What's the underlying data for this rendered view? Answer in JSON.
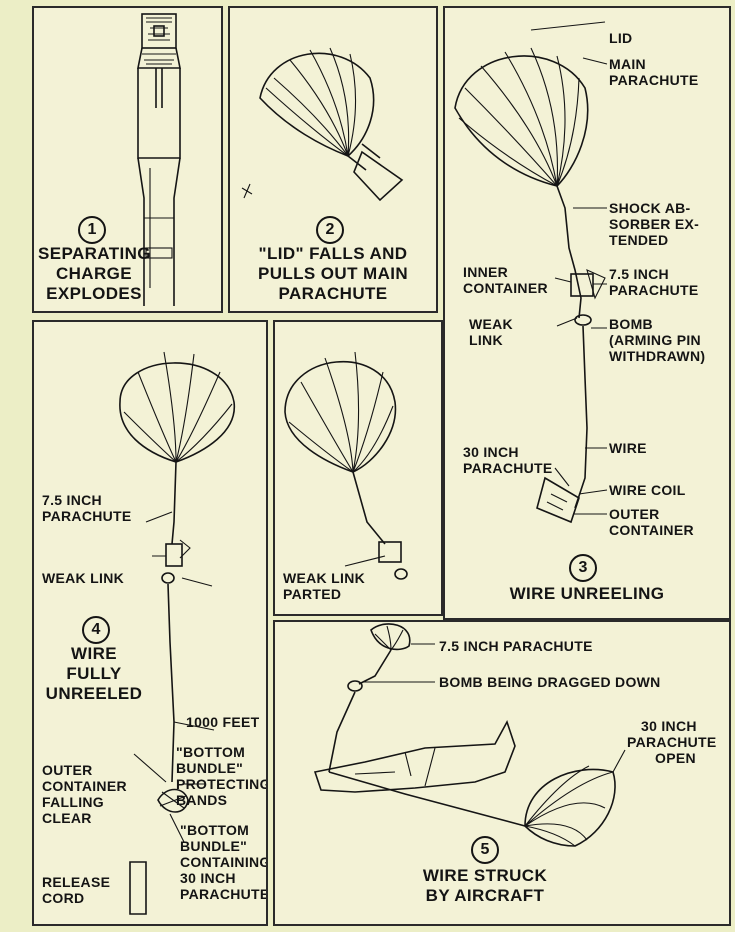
{
  "panels": {
    "p1": {
      "number": "1",
      "caption_lines": [
        "SEPARATING",
        "CHARGE",
        "EXPLODES"
      ]
    },
    "p2": {
      "number": "2",
      "caption_lines": [
        "\"LID\" FALLS AND",
        "PULLS OUT MAIN",
        "PARACHUTE"
      ]
    },
    "p3": {
      "number": "3",
      "caption": "WIRE UNREELING",
      "labels": {
        "lid": "LID",
        "main_parachute": [
          "MAIN",
          "PARACHUTE"
        ],
        "shock_absorber": [
          "SHOCK AB-",
          "SORBER EX-",
          "TENDED"
        ],
        "inner_container": [
          "INNER",
          "CONTAINER"
        ],
        "chute_75": [
          "7.5 INCH",
          "PARACHUTE"
        ],
        "weak_link": [
          "WEAK",
          "LINK"
        ],
        "bomb": [
          "BOMB",
          "(ARMING PIN",
          "WITHDRAWN)"
        ],
        "wire": "WIRE",
        "chute_30": [
          "30 INCH",
          "PARACHUTE"
        ],
        "wire_coil": "WIRE COIL",
        "outer_container": [
          "OUTER",
          "CONTAINER"
        ]
      }
    },
    "p4": {
      "number": "4",
      "caption_lines": [
        "WIRE",
        "FULLY",
        "UNREELED"
      ],
      "labels": {
        "chute_75": [
          "7.5 INCH",
          "PARACHUTE"
        ],
        "weak_link": "WEAK LINK",
        "thousand_feet": "1000 FEET",
        "bottom_bundle_bands": [
          "\"BOTTOM",
          "BUNDLE\"",
          "PROTECTING",
          "BANDS"
        ],
        "outer_container": [
          "OUTER",
          "CONTAINER",
          "FALLING",
          "CLEAR"
        ],
        "bottom_bundle_containing": [
          "\"BOTTOM",
          "BUNDLE\"",
          "CONTAINING",
          "30 INCH",
          "PARACHUTE"
        ],
        "release_cord": [
          "RELEASE",
          "CORD"
        ]
      }
    },
    "p4b": {
      "labels": {
        "weak_link_parted": [
          "WEAK LINK",
          "PARTED"
        ]
      }
    },
    "p5": {
      "number": "5",
      "caption_lines": [
        "WIRE STRUCK",
        "BY AIRCRAFT"
      ],
      "labels": {
        "chute_75": "7.5 INCH PARACHUTE",
        "bomb_dragged": "BOMB BEING DRAGGED DOWN",
        "chute_30_open": [
          "30 INCH",
          "PARACHUTE",
          "OPEN"
        ]
      }
    }
  }
}
